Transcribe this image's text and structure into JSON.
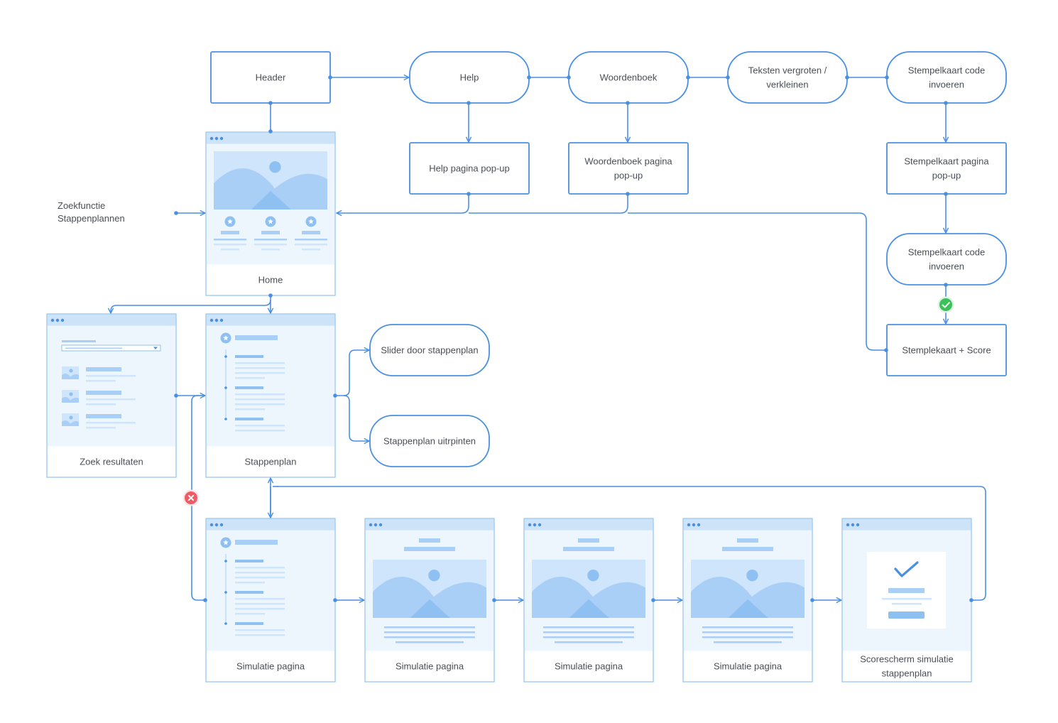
{
  "colors": {
    "accent": "#4a90e2",
    "screen_fill": "#eef6fd",
    "screen_bar": "#cde3f8",
    "mock_light": "#cfe5fb",
    "mock_mid": "#a9cff6",
    "mock_dark": "#8fc0f2",
    "ok": "#3cc15a",
    "error": "#ef5a64",
    "text": "#4a4f57"
  },
  "nodes": {
    "header": "Header",
    "help": "Help",
    "woordenboek": "Woordenboek",
    "teksten": [
      "Teksten vergroten /",
      "verkleinen"
    ],
    "stempel_code_top": [
      "Stempelkaart code",
      "invoeren"
    ],
    "help_popup": "Help pagina pop-up",
    "woordenboek_popup": [
      "Woordenboek pagina",
      "pop-up"
    ],
    "stempel_popup": [
      "Stempelkaart pagina",
      "pop-up"
    ],
    "stempel_code_mid": [
      "Stempelkaart code",
      "invoeren"
    ],
    "stempel_score": "Stemplekaart + Score",
    "slider": "Slider door stappenplan",
    "uitprinten": "Stappenplan uitrpinten"
  },
  "search_label": [
    "Zoekfunctie",
    "Stappenplannen"
  ],
  "screens": {
    "home": "Home",
    "zoek": "Zoek resultaten",
    "stappenplan": "Stappenplan",
    "simulatie": "Simulatie pagina",
    "score": [
      "Scorescherm simulatie",
      "stappenplan"
    ]
  },
  "icons": {
    "success": "check-circle-icon",
    "failure": "cross-circle-icon",
    "star": "star-icon",
    "image": "image-placeholder-icon"
  }
}
